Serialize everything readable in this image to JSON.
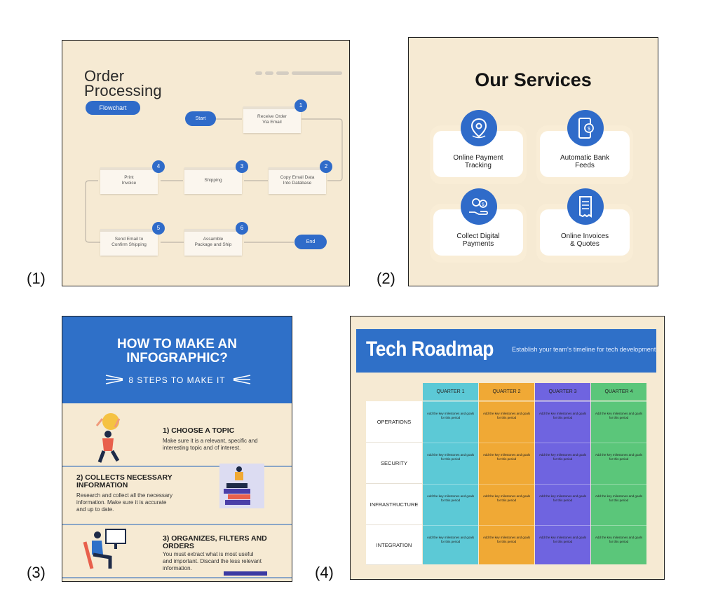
{
  "labels": [
    "(1)",
    "(2)",
    "(3)",
    "(4)"
  ],
  "panel1": {
    "title": "Order\nProcessing",
    "pill": "Flowchart",
    "start": "Start",
    "end": "End",
    "steps": [
      {
        "num": "1",
        "text": "Receive Order\nVia Email"
      },
      {
        "num": "2",
        "text": "Copy Email Data\nInto Database"
      },
      {
        "num": "3",
        "text": "Shipping"
      },
      {
        "num": "4",
        "text": "Print\nInvoice"
      },
      {
        "num": "5",
        "text": "Send Email to\nConfirm Shipping"
      },
      {
        "num": "6",
        "text": "Assamble\nPackage and Ship"
      }
    ]
  },
  "panel2": {
    "title": "Our Services",
    "services": [
      {
        "label": "Online Payment\nTracking",
        "icon": "location-pin-icon"
      },
      {
        "label": "Automatic Bank\nFeeds",
        "icon": "phone-dollar-icon"
      },
      {
        "label": "Collect Digital\nPayments",
        "icon": "hand-coins-icon"
      },
      {
        "label": "Online Invoices\n& Quotes",
        "icon": "receipt-icon"
      }
    ],
    "accent": "#2f6bc9"
  },
  "panel3": {
    "title": "HOW TO MAKE AN\nINFOGRAPHIC?",
    "subtitle": "8 STEPS TO MAKE IT",
    "steps": [
      {
        "title": "1) CHOOSE A TOPIC",
        "body": "Make sure it is a relevant, specific and\ninteresting topic and of interest."
      },
      {
        "title": "2) COLLECTS NECESSARY\nINFORMATION",
        "body": "Research and collect all the necessary\ninformation. Make sure it is accurate\nand up to date."
      },
      {
        "title": "3) ORGANIZES, FILTERS AND\nORDERS",
        "body": "You must extract what is most useful\nand important. Discard the less relevant\ninformation."
      }
    ]
  },
  "panel4": {
    "title": "Tech Roadmap",
    "subtitle": "Establish your team's timeline for tech development",
    "quarters": [
      "QUARTER 1",
      "QUARTER 2",
      "QUARTER 3",
      "QUARTER 4"
    ],
    "quarter_colors": [
      "#5cc9d6",
      "#f0a935",
      "#6f64e0",
      "#5bc67a"
    ],
    "rows": [
      "OPERATIONS",
      "SECURITY",
      "INFRASTRUCTURE",
      "INTEGRATION"
    ],
    "cell_text": "Add the key milestones and goals\nfor this period"
  }
}
